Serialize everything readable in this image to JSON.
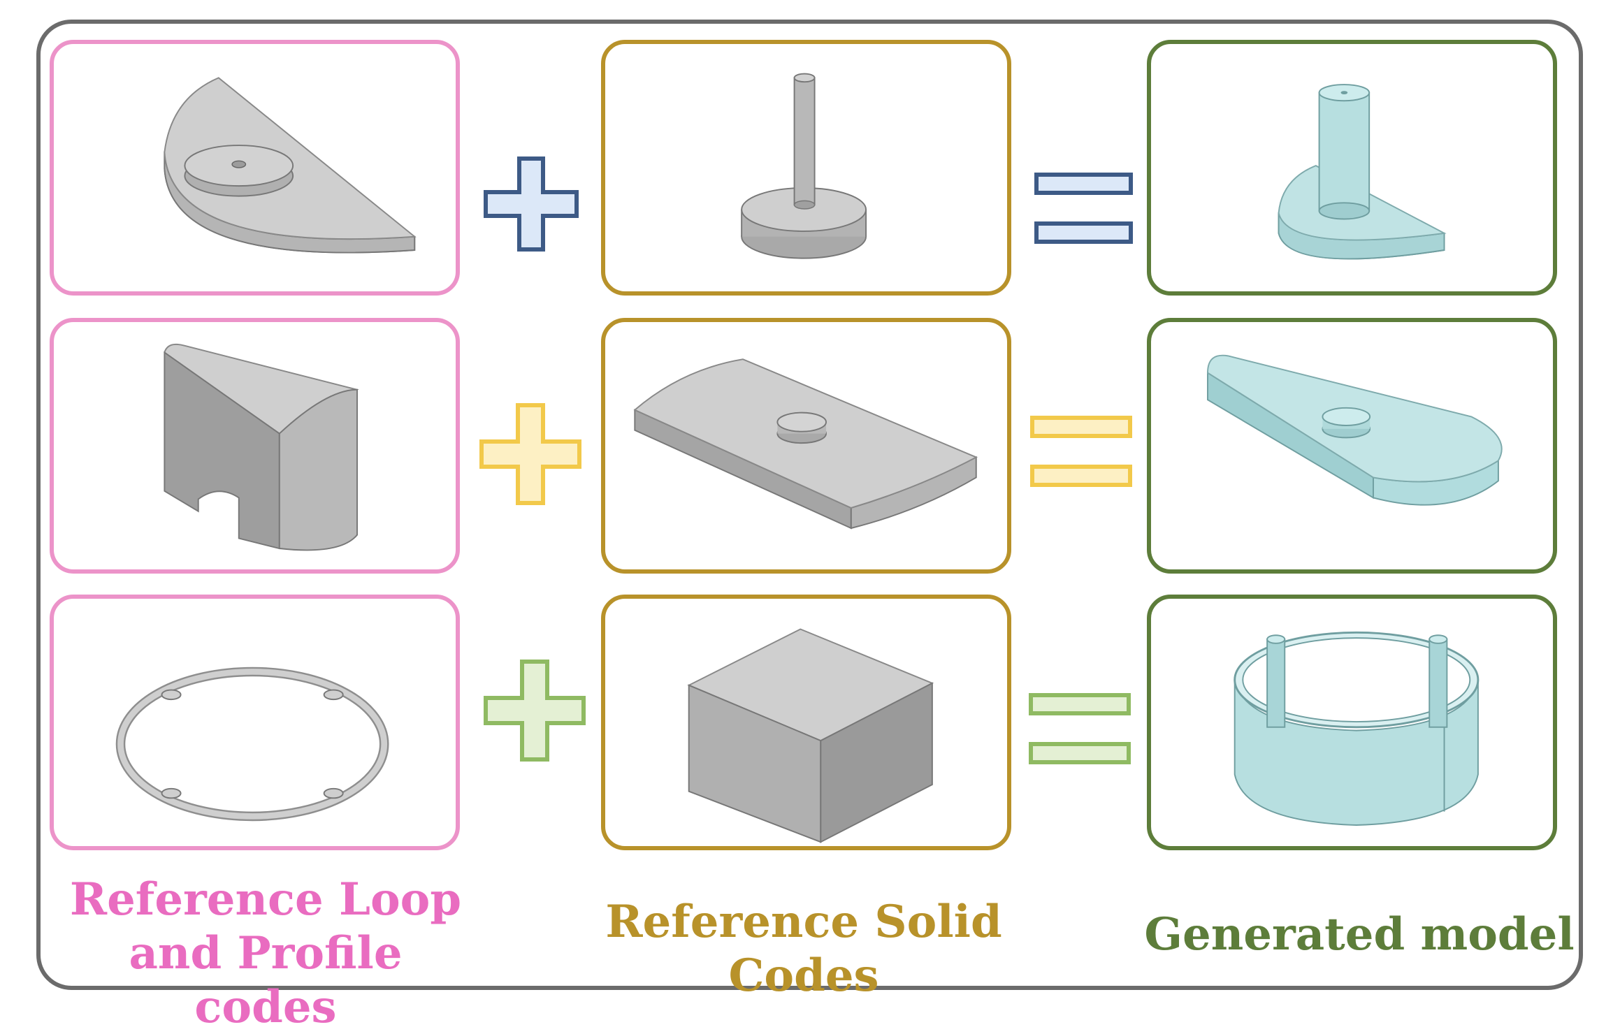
{
  "captions": {
    "loop_profile_line1": "Reference Loop",
    "loop_profile_line2": "and Profile codes",
    "solid": "Reference Solid Codes",
    "generated": "Generated model"
  },
  "colors": {
    "loop_profile": "#ec93c9",
    "solid": "#b8922a",
    "generated": "#5d7d3a",
    "plus_row1": "#dce8f8",
    "plus_row2": "#fdf0c4",
    "plus_row3": "#e4f0d4",
    "gray_model": "#c9c9c9",
    "cyan_model": "#b7dfe0"
  }
}
